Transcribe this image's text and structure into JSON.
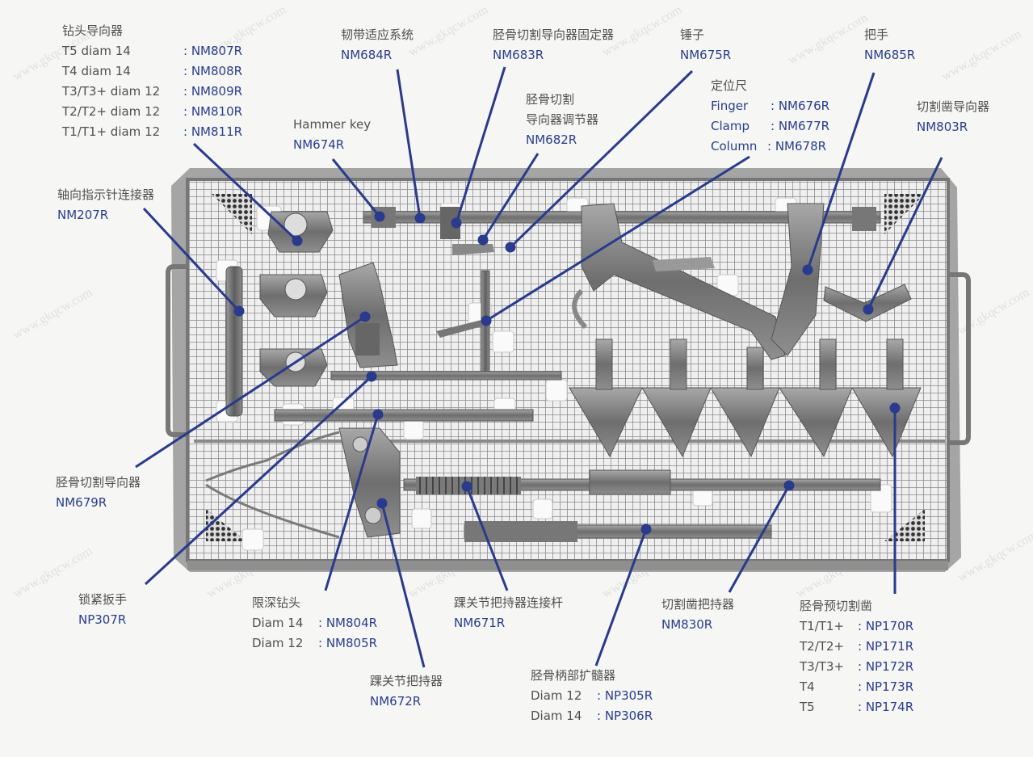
{
  "watermark": "www.gkqcw.com",
  "colors": {
    "leader": "#2a3a8c",
    "code": "#2a3c8f",
    "text": "#505050",
    "tray": "#8a8a8a"
  },
  "labels": {
    "drill_guide": {
      "title": "钻头导向器",
      "rows": [
        {
          "k": "T5 diam 14",
          "v": ": NM807R"
        },
        {
          "k": "T4 diam 14",
          "v": ": NM808R"
        },
        {
          "k": "T3/T3+ diam 12",
          "v": ": NM809R"
        },
        {
          "k": "T2/T2+ diam 12",
          "v": ": NM810R"
        },
        {
          "k": "T1/T1+ diam 12",
          "v": ": NM811R"
        }
      ]
    },
    "ligament": {
      "title": "韧带适应系统",
      "code": "NM684R"
    },
    "guide_holder": {
      "title": "胫骨切割导向器固定器",
      "code": "NM683R"
    },
    "hammer": {
      "title": "锤子",
      "code": "NM675R"
    },
    "handle": {
      "title": "把手",
      "code": "NM685R"
    },
    "hammer_key": {
      "title": "Hammer key",
      "code": "NM674R"
    },
    "guide_adjuster": {
      "title1": "胫骨切割",
      "title2": "导向器调节器",
      "code": "NM682R"
    },
    "locator": {
      "title": "定位尺",
      "rows": [
        {
          "k": "Finger  ",
          "v": ": NM676R"
        },
        {
          "k": "Clamp   ",
          "v": ": NM677R"
        },
        {
          "k": "Column",
          "v": ": NM678R"
        }
      ]
    },
    "chisel_guide": {
      "title": "切割凿导向器",
      "code": "NM803R"
    },
    "axial_connector": {
      "title": "轴向指示针连接器",
      "code": "NM207R"
    },
    "cutting_guide": {
      "title": "胫骨切割导向器",
      "code": "NM679R"
    },
    "wrench": {
      "title": "锁紧扳手",
      "code": "NP307R"
    },
    "depth_drill": {
      "title": "限深钻头",
      "rows": [
        {
          "k": "Diam 14",
          "v": ": NM804R"
        },
        {
          "k": "Diam 12",
          "v": ": NM805R"
        }
      ]
    },
    "ankle_holder": {
      "title": "踝关节把持器",
      "code": "NM672R"
    },
    "ankle_rod": {
      "title": "踝关节把持器连接杆",
      "code": "NM671R"
    },
    "reamer": {
      "title": "胫骨柄部扩髓器",
      "rows": [
        {
          "k": "Diam 12",
          "v": ": NP305R"
        },
        {
          "k": "Diam 14",
          "v": ": NP306R"
        }
      ]
    },
    "chisel_holder": {
      "title": "切割凿把持器",
      "code": "NM830R"
    },
    "pre_chisel": {
      "title": "胫骨预切割凿",
      "rows": [
        {
          "k": "T1/T1+",
          "v": ": NP170R"
        },
        {
          "k": "T2/T2+",
          "v": ": NP171R"
        },
        {
          "k": "T3/T3+",
          "v": ": NP172R"
        },
        {
          "k": "T4",
          "v": ": NP173R"
        },
        {
          "k": "T5",
          "v": ": NP174R"
        }
      ]
    }
  }
}
